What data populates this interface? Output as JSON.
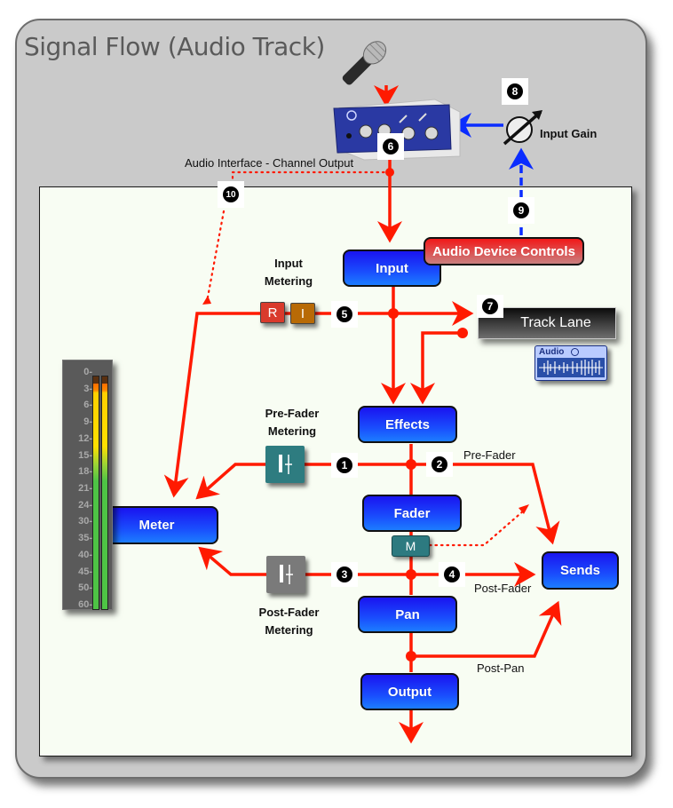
{
  "title": "Signal Flow (Audio Track)",
  "labels": {
    "audio_interface_output": "Audio Interface - Channel Output",
    "input_gain": "Input Gain",
    "audio_device_controls": "Audio Device Controls",
    "input_metering_line1": "Input",
    "input_metering_line2": "Metering",
    "pre_fader_metering_line1": "Pre-Fader",
    "pre_fader_metering_line2": "Metering",
    "post_fader_metering_line1": "Post-Fader",
    "post_fader_metering_line2": "Metering",
    "pre_fader": "Pre-Fader",
    "post_fader": "Post-Fader",
    "post_pan": "Post-Pan",
    "track_lane": "Track Lane",
    "audio_clip": "Audio"
  },
  "nodes": {
    "input": "Input",
    "effects": "Effects",
    "fader": "Fader",
    "pan": "Pan",
    "output": "Output",
    "meter": "Meter",
    "sends": "Sends"
  },
  "buttons": {
    "record": "R",
    "input_monitor": "I",
    "mute": "M"
  },
  "badges": {
    "b1": "1",
    "b2": "2",
    "b3": "3",
    "b4": "4",
    "b5": "5",
    "b6": "6",
    "b7": "7",
    "b8": "8",
    "b9": "9",
    "b10": "10"
  },
  "meter_scale": [
    "0",
    "3",
    "6",
    "9",
    "12",
    "15",
    "18",
    "21",
    "24",
    "30",
    "35",
    "40",
    "45",
    "50",
    "60"
  ],
  "colors": {
    "signal": "#ff1a00",
    "control": "#0a2cff",
    "node": "#1a4dfd"
  }
}
